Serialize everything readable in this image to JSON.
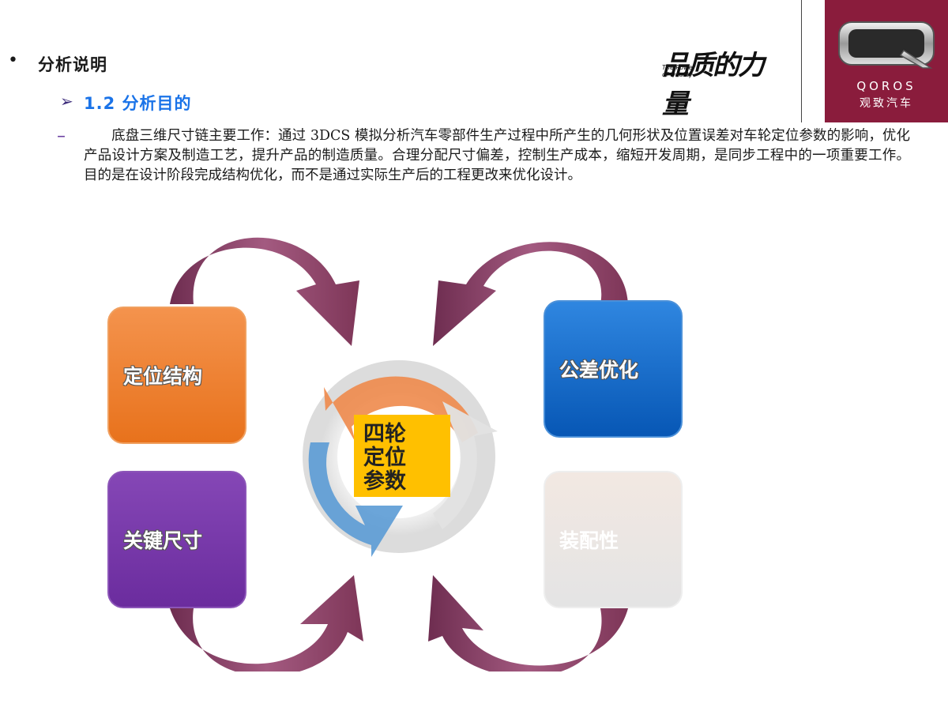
{
  "header": {
    "bullet": "•",
    "title": "分析说明",
    "sub_marker": "➢",
    "subtitle": "1.2  分析目的",
    "dash": "–",
    "body": "　　底盘三维尺寸链主要工作：通过 3DCS 模拟分析汽车零部件生产过程中所产生的几何形状及位置误差对车轮定位参数的影响，优化产品设计方案及制造工艺，提升产品的制造质量。合理分配尺寸偏差，控制生产成本，缩短开发周期，是同步工程中的一项重要工作。目的是在设计阶段完成结构优化，而不是通过实际生产后的工程更改来优化设计。"
  },
  "slogan": {
    "main": "品质的力量",
    "english": "The Power of Quality"
  },
  "brand": {
    "name": "QOROS",
    "cn": "观致汽车",
    "color": "#8a1c3c"
  },
  "diagram": {
    "boxes": [
      {
        "label": "定位结构",
        "color": "#ed7d31"
      },
      {
        "label": "公差优化",
        "color": "#0b5fc1"
      },
      {
        "label": "关键尺寸",
        "color": "#7030a0"
      },
      {
        "label": "装配性",
        "color": "#e7e6e6"
      }
    ],
    "center": {
      "line1": "四轮",
      "line2": "定位",
      "line3": "参数",
      "color": "#ffc000"
    },
    "arc_color": "#8e4468"
  }
}
